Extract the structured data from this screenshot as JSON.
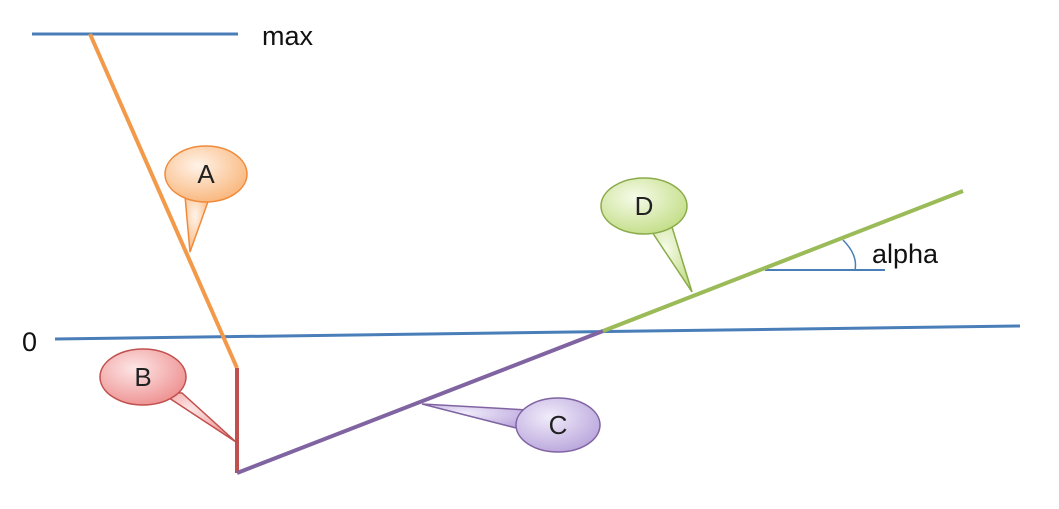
{
  "labels": {
    "max": "max",
    "zero": "0",
    "alpha": "alpha"
  },
  "callouts": {
    "a": "A",
    "b": "B",
    "c": "C",
    "d": "D"
  },
  "colors": {
    "reference_line": "#4a7eb8",
    "segment_a": "#f29a4a",
    "segment_b": "#c0504d",
    "segment_c": "#8064a2",
    "segment_d": "#9bbb59",
    "callout_a_fill": "#fbc9a0",
    "callout_b_fill": "#f4a7a7",
    "callout_c_fill": "#cdbde6",
    "callout_d_fill": "#d6e8a8"
  }
}
